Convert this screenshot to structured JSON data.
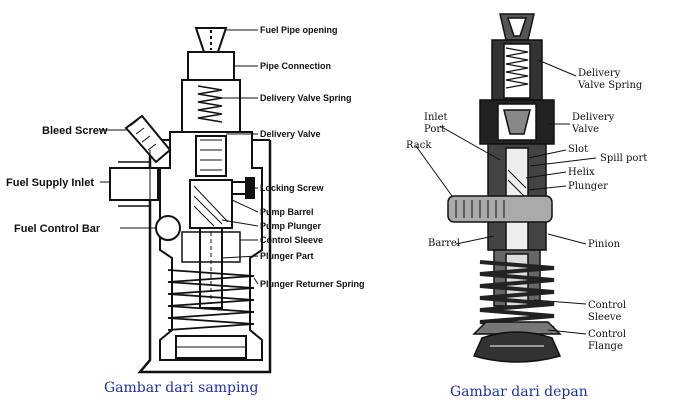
{
  "left_diagram": {
    "labels": {
      "fuel_pipe_opening": "Fuel Pipe opening",
      "pipe_connection": "Pipe Connection",
      "delivery_valve_spring": "Delivery Valve Spring",
      "bleed_screw": "Bleed Screw",
      "delivery_valve": "Delivery Valve",
      "fuel_supply_inlet": "Fuel Supply Inlet",
      "locking_screw": "Locking Screw",
      "pump_barrel": "Pump Barrel",
      "fuel_control_bar": "Fuel Control Bar",
      "pump_plunger": "Pump Plunger",
      "control_sleeve": "Control Sleeve",
      "plunger_part": "Plunger Part",
      "plunger_returner_spring": "Plunger Returner Spring"
    },
    "caption": "Gambar dari samping"
  },
  "right_diagram": {
    "labels": {
      "delivery_valve_spring_1": "Delivery",
      "delivery_valve_spring_2": "Valve Spring",
      "inlet_port_1": "Inlet",
      "inlet_port_2": "Port",
      "delivery_valve_1": "Delivery",
      "delivery_valve_2": "Valve",
      "rack": "Rack",
      "slot": "Slot",
      "spill_port": "Spill port",
      "helix": "Helix",
      "plunger": "Plunger",
      "barrel": "Barrel",
      "pinion": "Pinion",
      "control_sleeve_1": "Control",
      "control_sleeve_2": "Sleeve",
      "control_flange_1": "Control",
      "control_flange_2": "Flange"
    },
    "caption": "Gambar dari depan"
  },
  "colors": {
    "caption": "#1f2fa8",
    "ink": "#111111"
  }
}
